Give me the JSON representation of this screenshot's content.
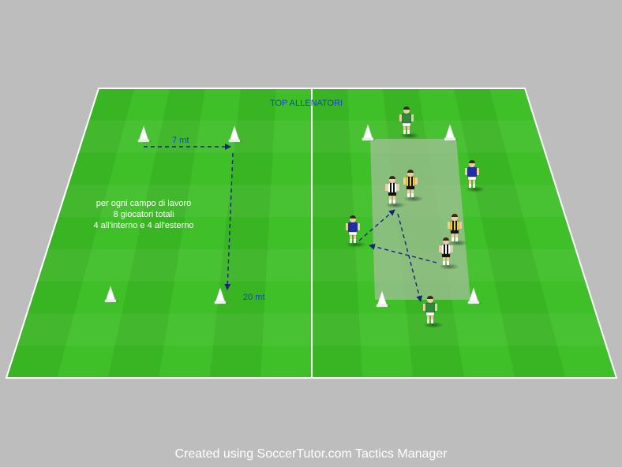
{
  "title": "TOP ALLENATORI",
  "measures": {
    "width_label": "7 mt",
    "length_label": "20 mt"
  },
  "note": {
    "line1": "per ogni campo di lavoro",
    "line2": "8 giocatori totali",
    "line3": "4 all'interno e 4 all'esterno"
  },
  "footer": "Created using SoccerTutor.com Tactics Manager",
  "colors": {
    "background": "#bdbdbd",
    "pitch_light": "#3fbf28",
    "pitch_dark": "#34ad1f",
    "lines": "#ffffff",
    "zone": "#a9bfa0",
    "arrow": "#1a237e",
    "label_blue": "#1a3fd8"
  },
  "teams": {
    "blue": {
      "shirt": "#1f2fa8",
      "shorts": "#ffffff"
    },
    "green": {
      "shirt": "#2e8b3a",
      "shorts": "#ffffff"
    },
    "striped": {
      "shirt": "#ffffff",
      "stripe": "#111111",
      "shorts": "#111111"
    },
    "yellow": {
      "shirt": "#f2d22a",
      "stripe": "#111111",
      "shorts": "#111111"
    }
  },
  "icons": {
    "cone": "cone-icon",
    "player": "player-icon"
  }
}
